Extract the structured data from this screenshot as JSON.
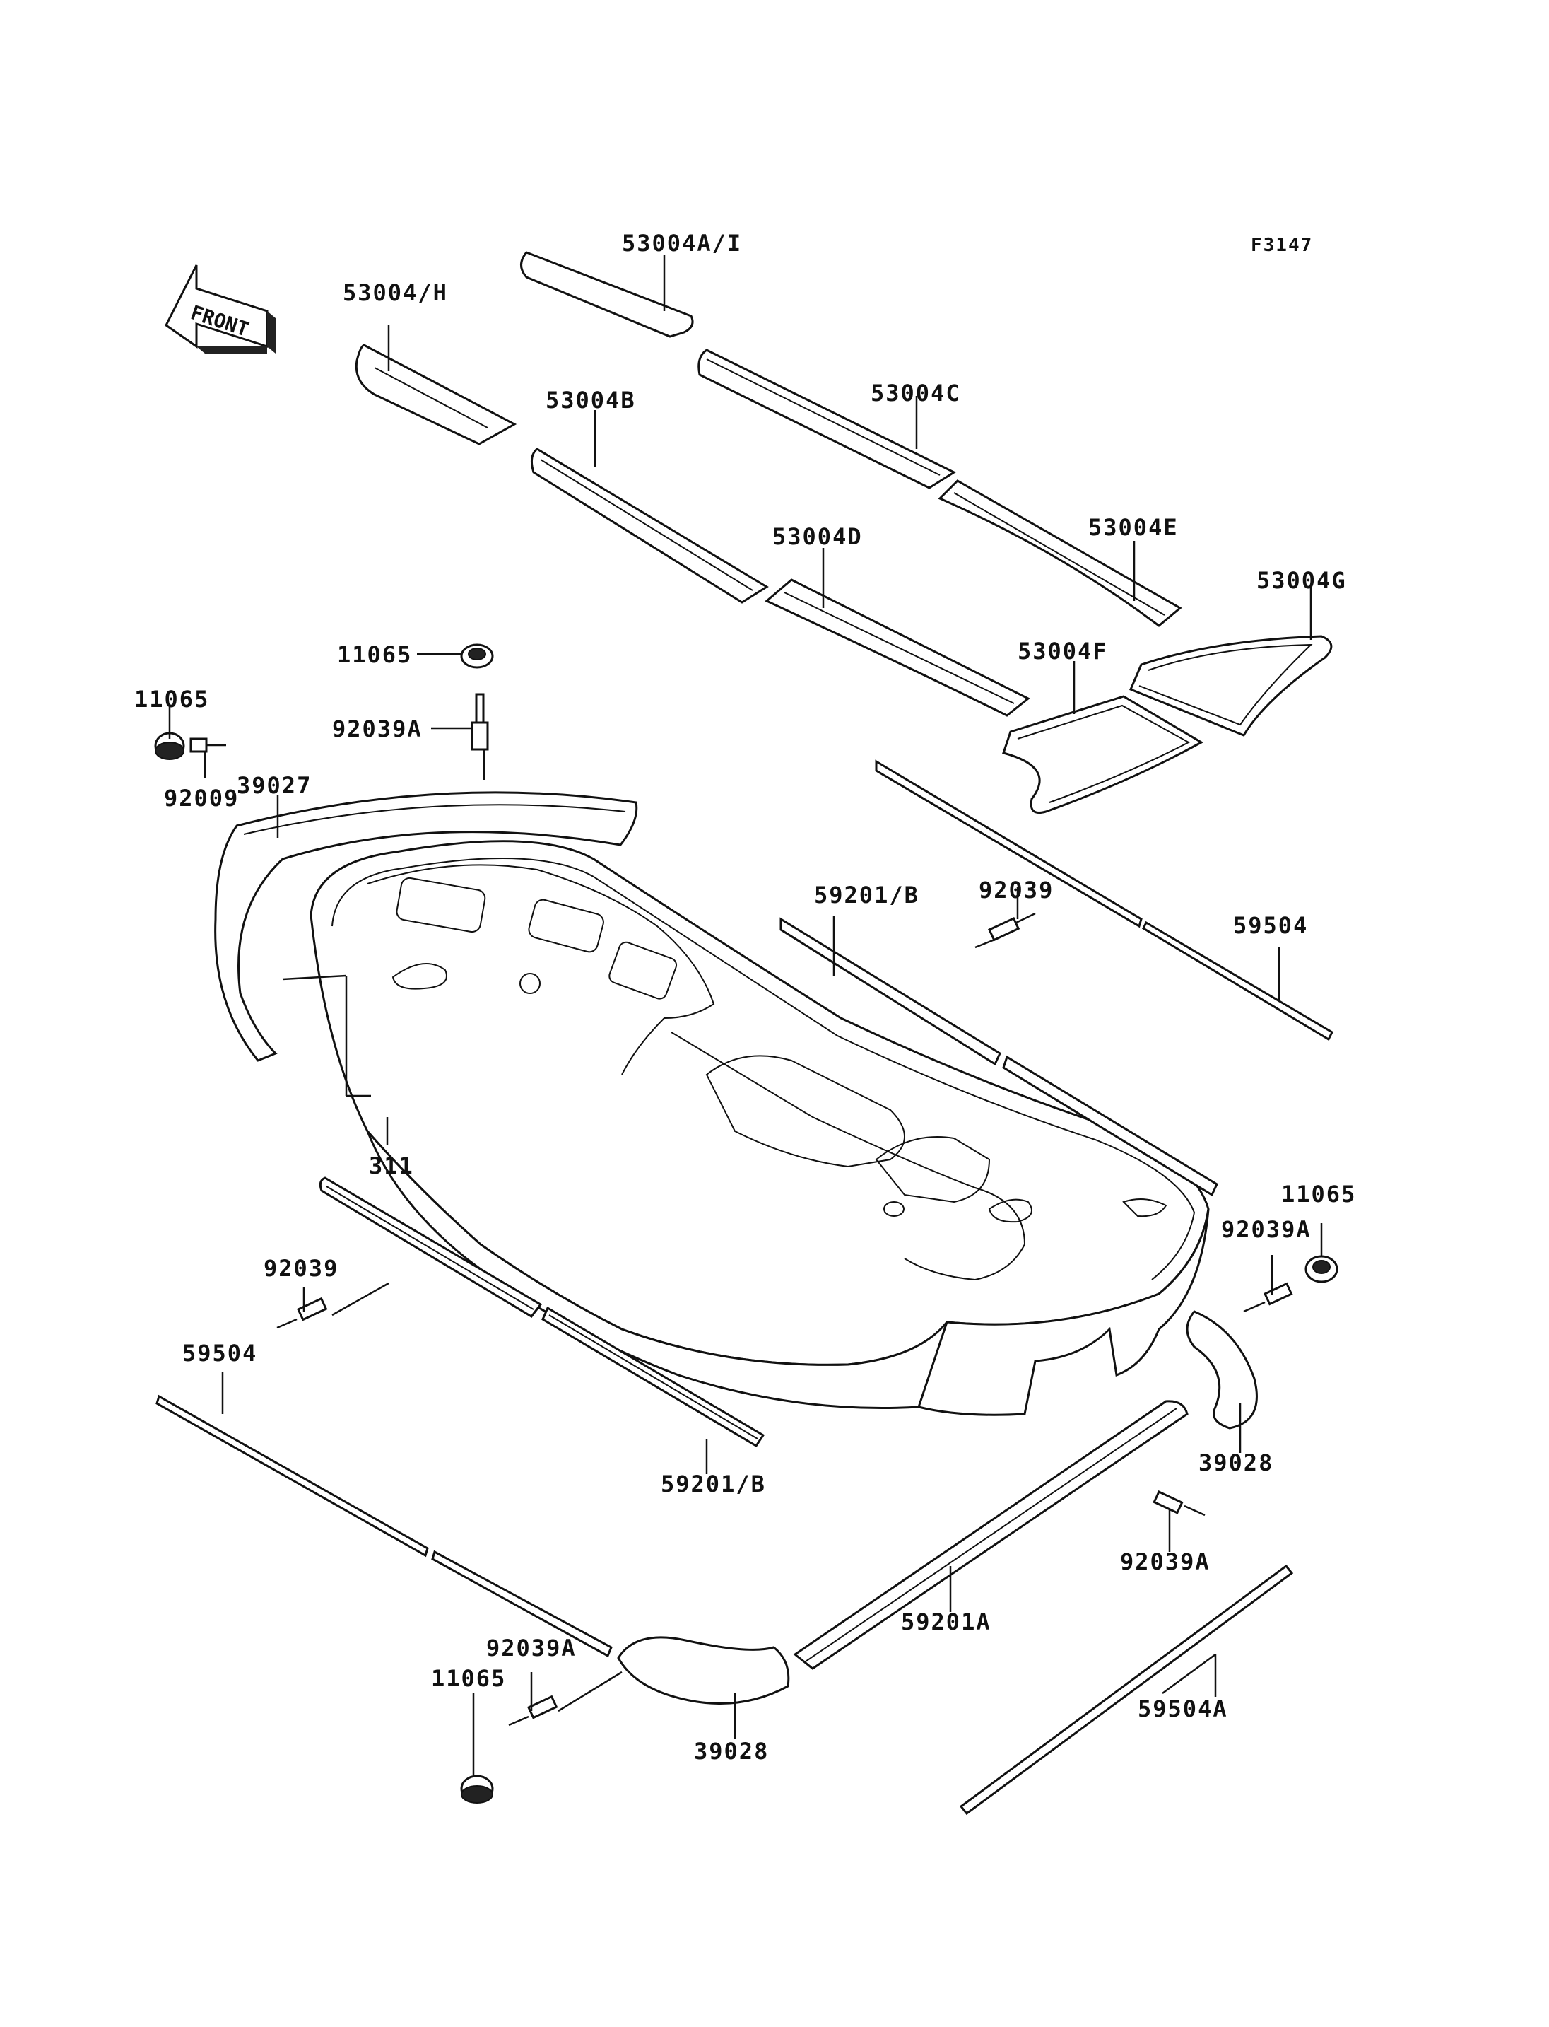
{
  "ref_code": "F3147",
  "front_label": "FRONT",
  "labels": {
    "p53004ai": "53004A/I",
    "p53004h": "53004/H",
    "p53004b": "53004B",
    "p53004c": "53004C",
    "p53004d": "53004D",
    "p53004e": "53004E",
    "p53004g": "53004G",
    "p53004f": "53004F",
    "p11065_top": "11065",
    "p92039a_top": "92039A",
    "p39027": "39027",
    "p11065_left": "11065",
    "p92009": "92009",
    "p311": "311",
    "p59201b_mid": "59201/B",
    "p92039_mid": "92039",
    "p59504_right": "59504",
    "p11065_right": "11065",
    "p92039a_right": "92039A",
    "p92039_left": "92039",
    "p59504_left": "59504",
    "p59201b_bottom": "59201/B",
    "p39028_right": "39028",
    "p92039a_rlow": "92039A",
    "p59201a": "59201A",
    "p92039a_bottom": "92039A",
    "p11065_bottom": "11065",
    "p39028_bottom": "39028",
    "p59504a": "59504A"
  }
}
